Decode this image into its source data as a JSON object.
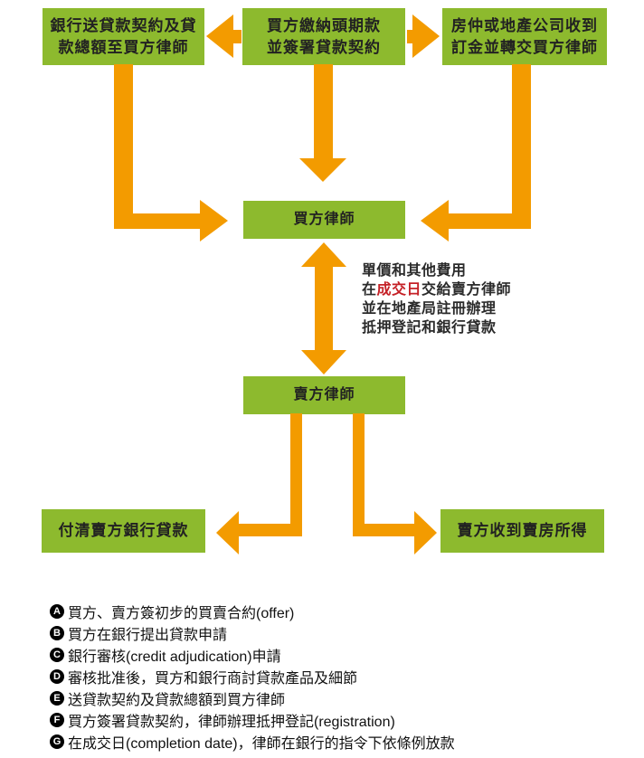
{
  "colors": {
    "box_green": "#8dba2e",
    "arrow_orange": "#f39b00",
    "highlight_red": "#c52127",
    "text_dark": "#222222"
  },
  "flowchart": {
    "boxes": {
      "top_left": {
        "line1": "銀行送貸款契約及貸",
        "line2": "款總額至買方律師"
      },
      "top_middle": {
        "line1": "買方繳納頭期款",
        "line2": "並簽署貸款契約"
      },
      "top_right": {
        "line1": "房仲或地產公司收到",
        "line2": "訂金並轉交買方律師"
      },
      "buyer_lawyer": {
        "label": "買方律師"
      },
      "seller_lawyer": {
        "label": "賣方律師"
      },
      "bottom_left": {
        "label": "付清賣方銀行貸款"
      },
      "bottom_right": {
        "label": "賣方收到賣房所得"
      }
    },
    "annotation": {
      "line1": "單價和其他費用",
      "line2_pre": "在",
      "line2_highlight": "成交日",
      "line2_post": "交給賣方律師",
      "line3": "並在地產局註冊辦理",
      "line4": "抵押登記和銀行貸款"
    }
  },
  "legend": {
    "items": [
      {
        "marker": "A",
        "text": "買方、賣方簽初步的買賣合約(offer)"
      },
      {
        "marker": "B",
        "text": "買方在銀行提出貸款申請"
      },
      {
        "marker": "C",
        "text": "銀行審核(credit adjudication)申請"
      },
      {
        "marker": "D",
        "text": "審核批准後，買方和銀行商討貸款產品及細節"
      },
      {
        "marker": "E",
        "text": "送貸款契約及貸款總額到買方律師"
      },
      {
        "marker": "F",
        "text": "買方簽署貸款契約，律師辦理抵押登記(registration)"
      },
      {
        "marker": "G",
        "text": "在成交日(completion date)，律師在銀行的指令下依條例放款"
      }
    ]
  }
}
